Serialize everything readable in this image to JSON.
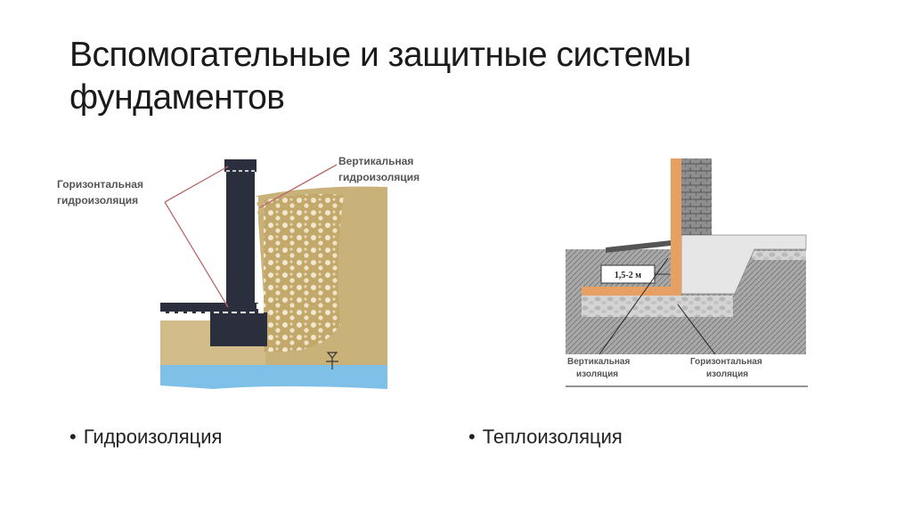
{
  "slide": {
    "title_line1": "Вспомогательные и защитные системы",
    "title_line2": "фундаментов"
  },
  "figure_left": {
    "label_horizontal_line1": "Горизонтальная",
    "label_horizontal_line2": "гидроизоляция",
    "label_vertical_line1": "Вертикальная",
    "label_vertical_line2": "гидроизоляция"
  },
  "figure_right": {
    "dimension_label": "1,5-2 м",
    "label_vertical_line1": "Вертикальная",
    "label_vertical_line2": "изоляция",
    "label_horizontal_line1": "Горизонтальная",
    "label_horizontal_line2": "изоляция"
  },
  "captions": {
    "left_bullet": "•",
    "left": "Гидроизоляция",
    "right_bullet": "•",
    "right": "Теплоизоляция"
  },
  "colors": {
    "soil": "#c9b27a",
    "wall": "#2b2f3d",
    "water": "#7fc0e8",
    "insulation": "#e7a063",
    "leader": "#b86a6a"
  }
}
